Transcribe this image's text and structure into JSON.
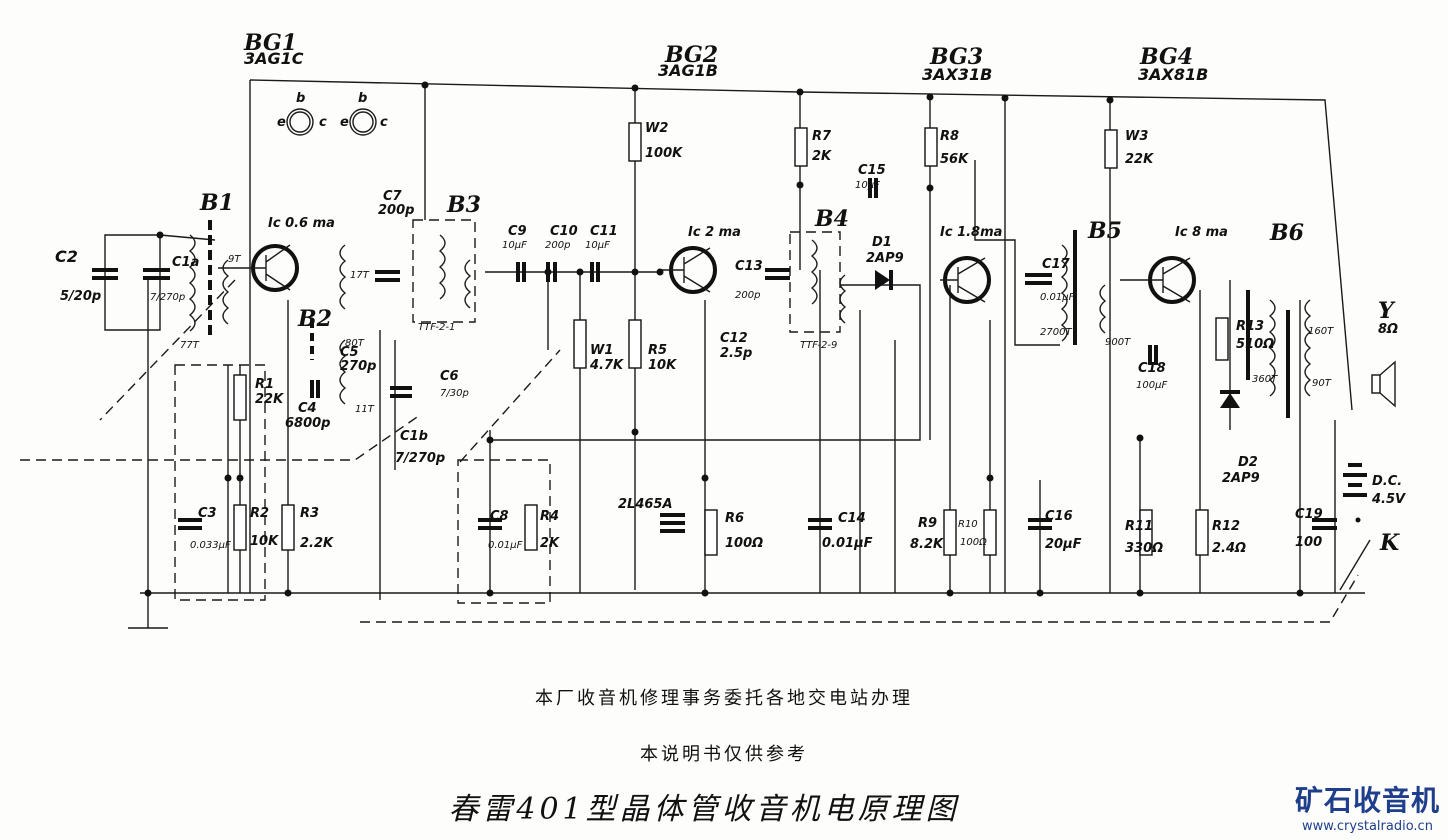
{
  "title": "春雷401型晶体管收音机电原理图",
  "notes": [
    "本厂收音机修理事务委托各地交电站办理",
    "本说明书仅供参考"
  ],
  "logo": {
    "text": "矿石收音机",
    "url": "www.crystalradio.cn"
  },
  "transistors": {
    "bg1": {
      "name": "BG1",
      "model": "3AG1C",
      "ic": "Ic 0.6 ma"
    },
    "bg2": {
      "name": "BG2",
      "model": "3AG1B",
      "ic": "Ic 2 ma"
    },
    "bg3": {
      "name": "BG3",
      "model": "3AX31B",
      "ic": "Ic 1.8ma"
    },
    "bg4": {
      "name": "BG4",
      "model": "3AX81B",
      "ic": "Ic 8 ma"
    }
  },
  "pinout": {
    "b": "b",
    "e": "e",
    "c": "c"
  },
  "labels": {
    "W2": "W2",
    "W2v": "100K",
    "R7": "R7",
    "R7v": "2K",
    "R8": "R8",
    "R8v": "56K",
    "C15": "C15",
    "C15v": "10μF",
    "W3": "W3",
    "W3v": "22K",
    "B1": "B1",
    "C2": "C2",
    "C2v": "5/20p",
    "C1a": "C1a",
    "C1av": "7/270p",
    "T9": "9T",
    "T77": "77T",
    "T17": "17T",
    "C7": "C7",
    "C7v": "200p",
    "B3": "B3",
    "TTF21": "TTF-2-1",
    "C9": "C9",
    "C9v": "10μF",
    "C10": "C10",
    "C10v": "200p",
    "C11": "C11",
    "C11v": "10μF",
    "C13": "C13",
    "C13v": "200p",
    "B4": "B4",
    "D1": "D1",
    "D1v": "2AP9",
    "TTF29": "TTF-2-9",
    "R5": "R5",
    "R5v": "10K",
    "W1": "W1",
    "W1v": "4.7K",
    "C12": "C12",
    "C12v": "2.5p",
    "C17": "C17",
    "C17v": "0.01μF",
    "T2700": "2700T",
    "B5": "B5",
    "B6": "B6",
    "Y": "Y",
    "Yv": "8Ω",
    "B2": "B2",
    "T80": "80T",
    "C5": "C5",
    "C5v": "270p",
    "C4": "C4",
    "C4v": "6800p",
    "T11": "11T",
    "C6": "C6",
    "C6v": "7/30p",
    "C1b": "C1b",
    "C1bv": "7/270p",
    "R1": "R1",
    "R1v": "22K",
    "C3": "C3",
    "C3v": "0.033μF",
    "R2": "R2",
    "R2v": "10K",
    "R3": "R3",
    "R3v": "2.2K",
    "C8": "C8",
    "C8v": "0.01μF",
    "R4": "R4",
    "R4v": "2K",
    "L2": "2L465A",
    "R6": "R6",
    "R6v": "100Ω",
    "C14": "C14",
    "C14v": "0.01μF",
    "R9": "R9",
    "R9v": "8.2K",
    "R10": "R10",
    "R10v": "100Ω",
    "C16": "C16",
    "C16v": "20μF",
    "C18": "C18",
    "C18v": "100μF",
    "T900": "900T",
    "R13": "R13",
    "R13v": "510Ω",
    "T360": "360T",
    "T160": "160T",
    "T90": "90T",
    "D2": "D2",
    "D2v": "2AP9",
    "R11": "R11",
    "R11v": "330Ω",
    "R12": "R12",
    "R12v": "2.4Ω",
    "C19": "C19",
    "C19v": "100",
    "DC": "D.C.",
    "DCv": "4.5V",
    "K": "K"
  }
}
